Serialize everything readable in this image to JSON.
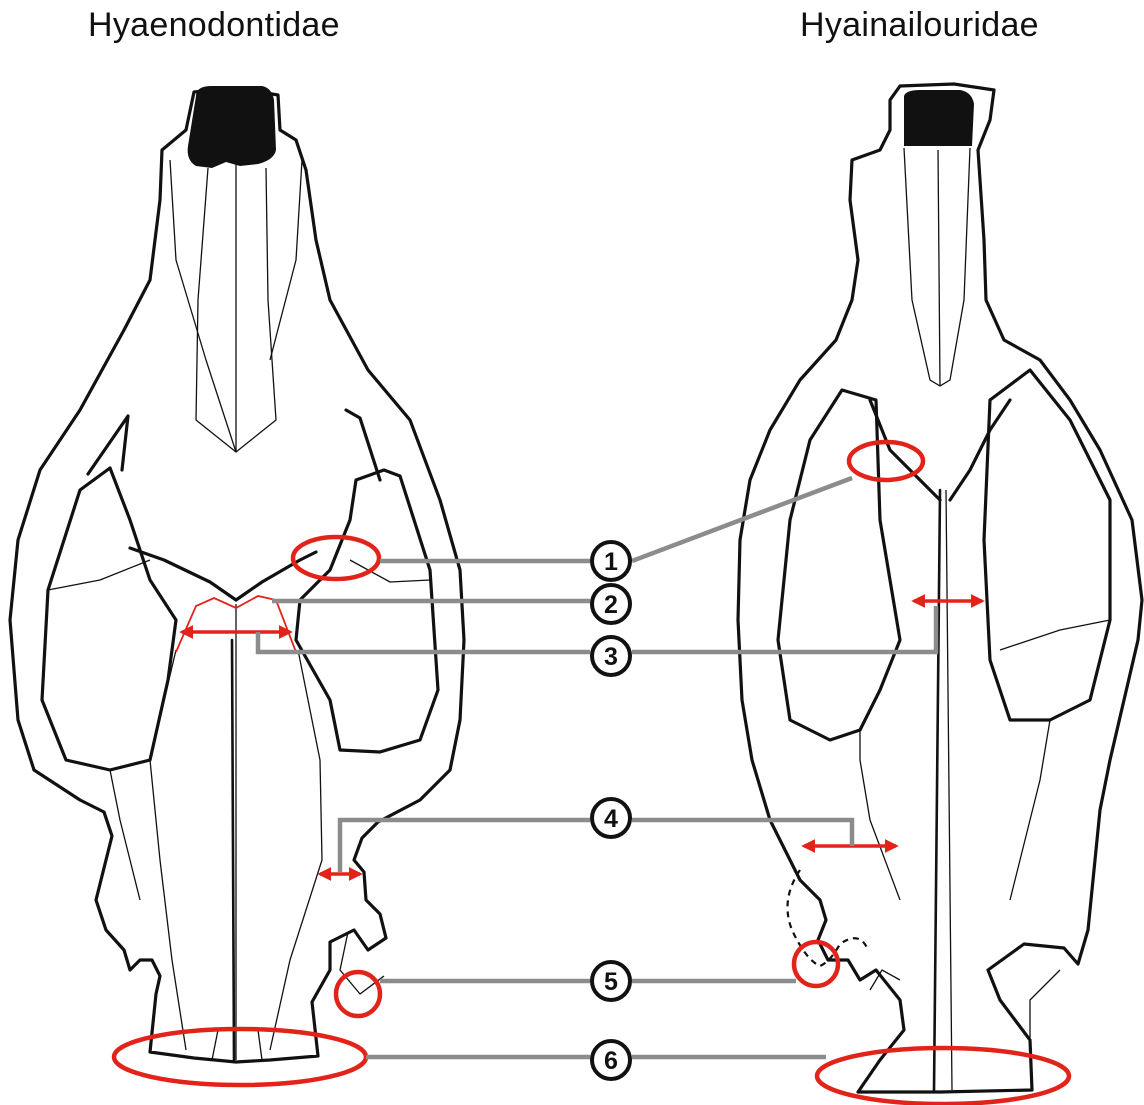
{
  "titles": {
    "left": "Hyaenodontidae",
    "right": "Hyainailouridae"
  },
  "markers": [
    {
      "label": "1"
    },
    {
      "label": "2"
    },
    {
      "label": "3"
    },
    {
      "label": "4"
    },
    {
      "label": "5"
    },
    {
      "label": "6"
    }
  ],
  "colors": {
    "highlight": "#e2231a",
    "leader": "#8c8c8c",
    "outline": "#111111"
  }
}
